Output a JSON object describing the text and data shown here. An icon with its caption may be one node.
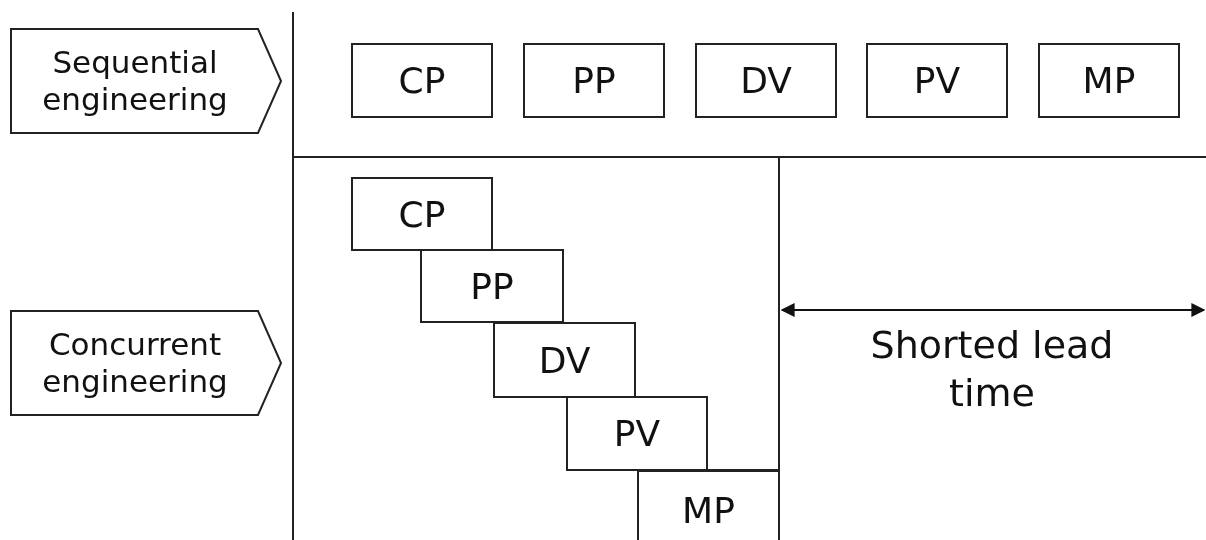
{
  "diagram": {
    "nodes": [
      {
        "text": [
          "Sequential engineering"
        ]
      },
      {
        "text": [
          "CP"
        ]
      },
      {
        "text": [
          "PP"
        ]
      },
      {
        "text": [
          "DV"
        ]
      },
      {
        "text": [
          "PV"
        ]
      },
      {
        "text": [
          "MP"
        ]
      },
      {
        "text": [
          "Concurrent engineering"
        ]
      },
      {
        "text": [
          "CP"
        ]
      },
      {
        "text": [
          "PP"
        ]
      },
      {
        "text": [
          "DV"
        ]
      },
      {
        "text": [
          "PV"
        ]
      },
      {
        "text": [
          "MP"
        ]
      }
    ],
    "labels": [
      "Shorted lead time"
    ]
  }
}
